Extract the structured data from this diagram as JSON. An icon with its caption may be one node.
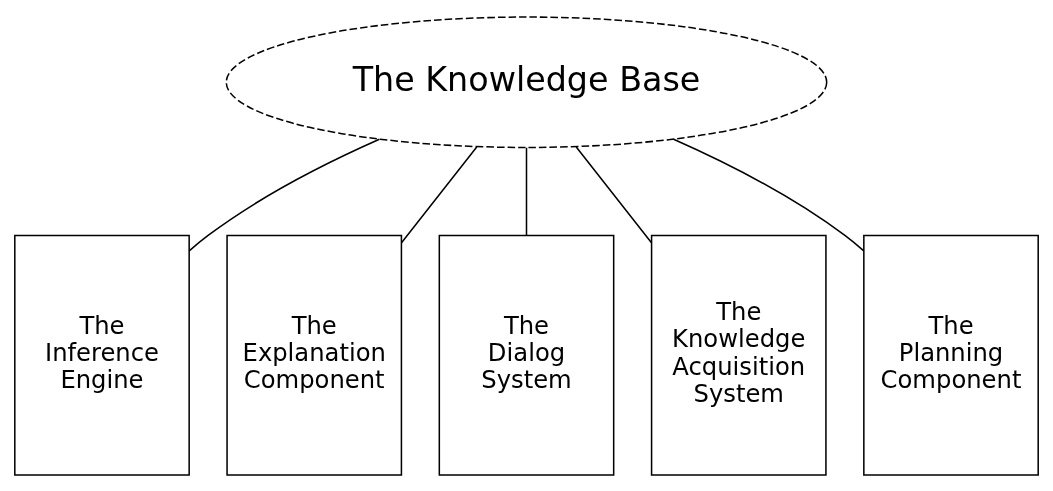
{
  "diagram": {
    "nodes": [
      {
        "text": [
          "The Knowledge Base"
        ]
      },
      {
        "text": [
          "The Inference Engine"
        ]
      },
      {
        "text": [
          "The Explanation Component"
        ]
      },
      {
        "text": [
          "The Dialog System"
        ]
      },
      {
        "text": [
          "The Knowledge Acquisition System"
        ]
      },
      {
        "text": [
          "The Planning Component"
        ]
      }
    ],
    "edges": [
      {
        "from": 0,
        "to": 1,
        "arrow": "none"
      },
      {
        "from": 0,
        "to": 2,
        "arrow": "none"
      },
      {
        "from": 0,
        "to": 3,
        "arrow": "none"
      },
      {
        "from": 0,
        "to": 4,
        "arrow": "none"
      },
      {
        "from": 0,
        "to": 5,
        "arrow": "none"
      }
    ]
  }
}
